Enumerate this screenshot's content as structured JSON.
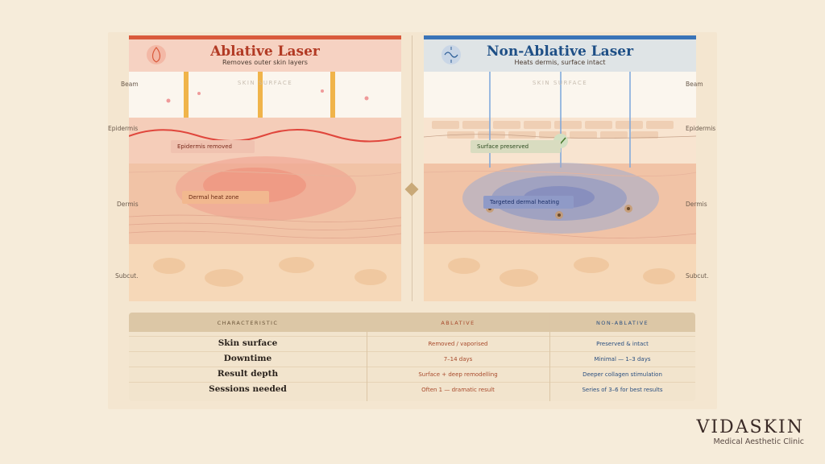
{
  "panels": {
    "ablative": {
      "title": "Ablative Laser",
      "subtitle": "Removes outer skin layers",
      "surface_label": "SKIN SURFACE",
      "tag_epidermis": "Epidermis removed",
      "tag_dermis": "Dermal heat zone",
      "accent": "#d95a3c"
    },
    "non_ablative": {
      "title": "Non-Ablative Laser",
      "subtitle": "Heats dermis, surface intact",
      "surface_label": "SKIN SURFACE",
      "tag_epidermis": "Surface preserved",
      "tag_dermis": "Targeted dermal heating",
      "accent": "#3a74b8"
    }
  },
  "layers": {
    "beam": "Beam",
    "epidermis": "Epidermis",
    "dermis": "Dermis",
    "subcut": "Subcut."
  },
  "table": {
    "headers": [
      "CHARACTERISTIC",
      "ABLATIVE",
      "NON-ABLATIVE"
    ],
    "rows": [
      {
        "key": "Skin surface",
        "ablative": "Removed / vaporised",
        "non_ablative": "Preserved & intact"
      },
      {
        "key": "Downtime",
        "ablative": "7–14 days",
        "non_ablative": "Minimal — 1–3 days"
      },
      {
        "key": "Result depth",
        "ablative": "Surface + deep remodelling",
        "non_ablative": "Deeper collagen stimulation"
      },
      {
        "key": "Sessions needed",
        "ablative": "Often 1 — dramatic result",
        "non_ablative": "Series of 3–6 for best results"
      }
    ]
  },
  "brand": {
    "name": "VIDASKIN",
    "tagline": "Medical Aesthetic Clinic"
  }
}
